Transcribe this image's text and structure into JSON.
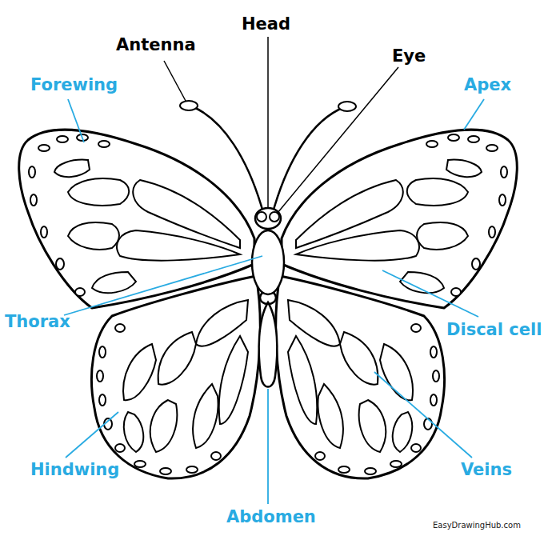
{
  "diagram": {
    "labels": [
      "Antenna",
      "Head",
      "Eye",
      "Forewing",
      "Apex",
      "Thorax",
      "Discal cell",
      "Hindwing",
      "Veins",
      "Abdomen",
      "EasyDrawingHub.com"
    ]
  }
}
